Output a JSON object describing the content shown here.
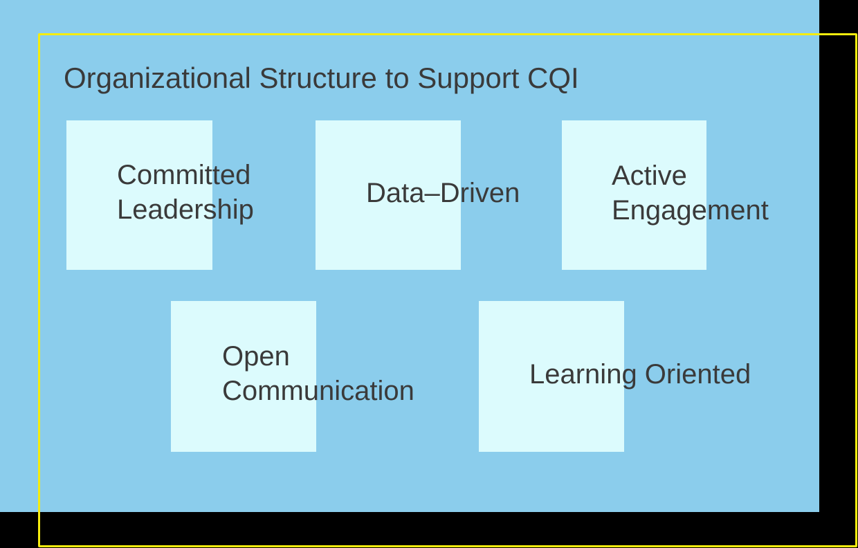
{
  "slide": {
    "title": "Organizational Structure to Support CQI",
    "concepts": [
      {
        "id": "committed-leadership",
        "label": "Committed\nLeadership"
      },
      {
        "id": "data-driven",
        "label": "Data–Driven"
      },
      {
        "id": "active-engagement",
        "label": "Active\nEngagement"
      },
      {
        "id": "open-communication",
        "label": "Open\nCommunication"
      },
      {
        "id": "learning-oriented",
        "label": "Learning Oriented"
      }
    ],
    "colors": {
      "canvas_background": "#000000",
      "slide_fill": "#8BCDEC",
      "box_fill": "#DCFBFD",
      "frame_stroke": "#F5EC0E",
      "text": "#3A3A3A"
    }
  }
}
